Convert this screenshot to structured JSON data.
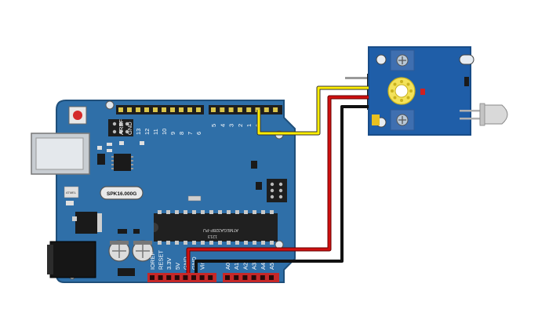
{
  "digital_header_labels": [
    "AREF",
    "GND",
    "13",
    "12",
    "11",
    "10",
    "9",
    "8",
    "7",
    "6",
    "5",
    "4",
    "3",
    "2",
    "1",
    "0"
  ],
  "power_header_labels": [
    "IOREF",
    "RESET",
    "3.3V",
    "5V",
    "GND",
    "GND",
    "Vin"
  ],
  "analog_header_labels": [
    "A0",
    "A1",
    "A2",
    "A3",
    "A4",
    "A5"
  ],
  "crystal_label": "SPK16.000G",
  "chip_label_1": "ATMEGA328P-PU",
  "chip_label_2": "1213",
  "small_chip_label": "ATMEL",
  "colors": {
    "board": "#2f6fa8",
    "board_edge": "#1f4f7a",
    "header": "#1e1e1e",
    "header_pin": "#d8c44a",
    "power_header": "#c62828",
    "module": "#1f5ea8",
    "wire_signal": "#ffee00",
    "wire_vcc": "#d01010",
    "wire_gnd": "#111111"
  }
}
